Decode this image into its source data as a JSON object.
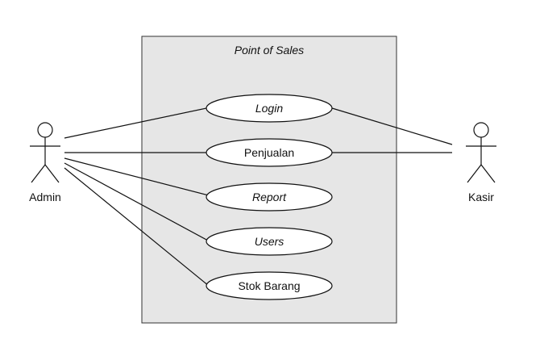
{
  "system": {
    "title": "Point of Sales",
    "fill": "#e6e6e6",
    "stroke": "#333333"
  },
  "actors": {
    "admin": {
      "name": "Admin"
    },
    "kasir": {
      "name": "Kasir"
    }
  },
  "use_cases": [
    {
      "label": "Login",
      "italic": true
    },
    {
      "label": "Penjualan",
      "italic": false
    },
    {
      "label": "Report",
      "italic": true
    },
    {
      "label": "Users",
      "italic": true
    },
    {
      "label": "Stok Barang",
      "italic": false
    }
  ],
  "associations": [
    {
      "actor": "Admin",
      "use_case": "Login"
    },
    {
      "actor": "Admin",
      "use_case": "Penjualan"
    },
    {
      "actor": "Admin",
      "use_case": "Report"
    },
    {
      "actor": "Admin",
      "use_case": "Users"
    },
    {
      "actor": "Admin",
      "use_case": "Stok Barang"
    },
    {
      "actor": "Kasir",
      "use_case": "Login"
    },
    {
      "actor": "Kasir",
      "use_case": "Penjualan"
    }
  ]
}
